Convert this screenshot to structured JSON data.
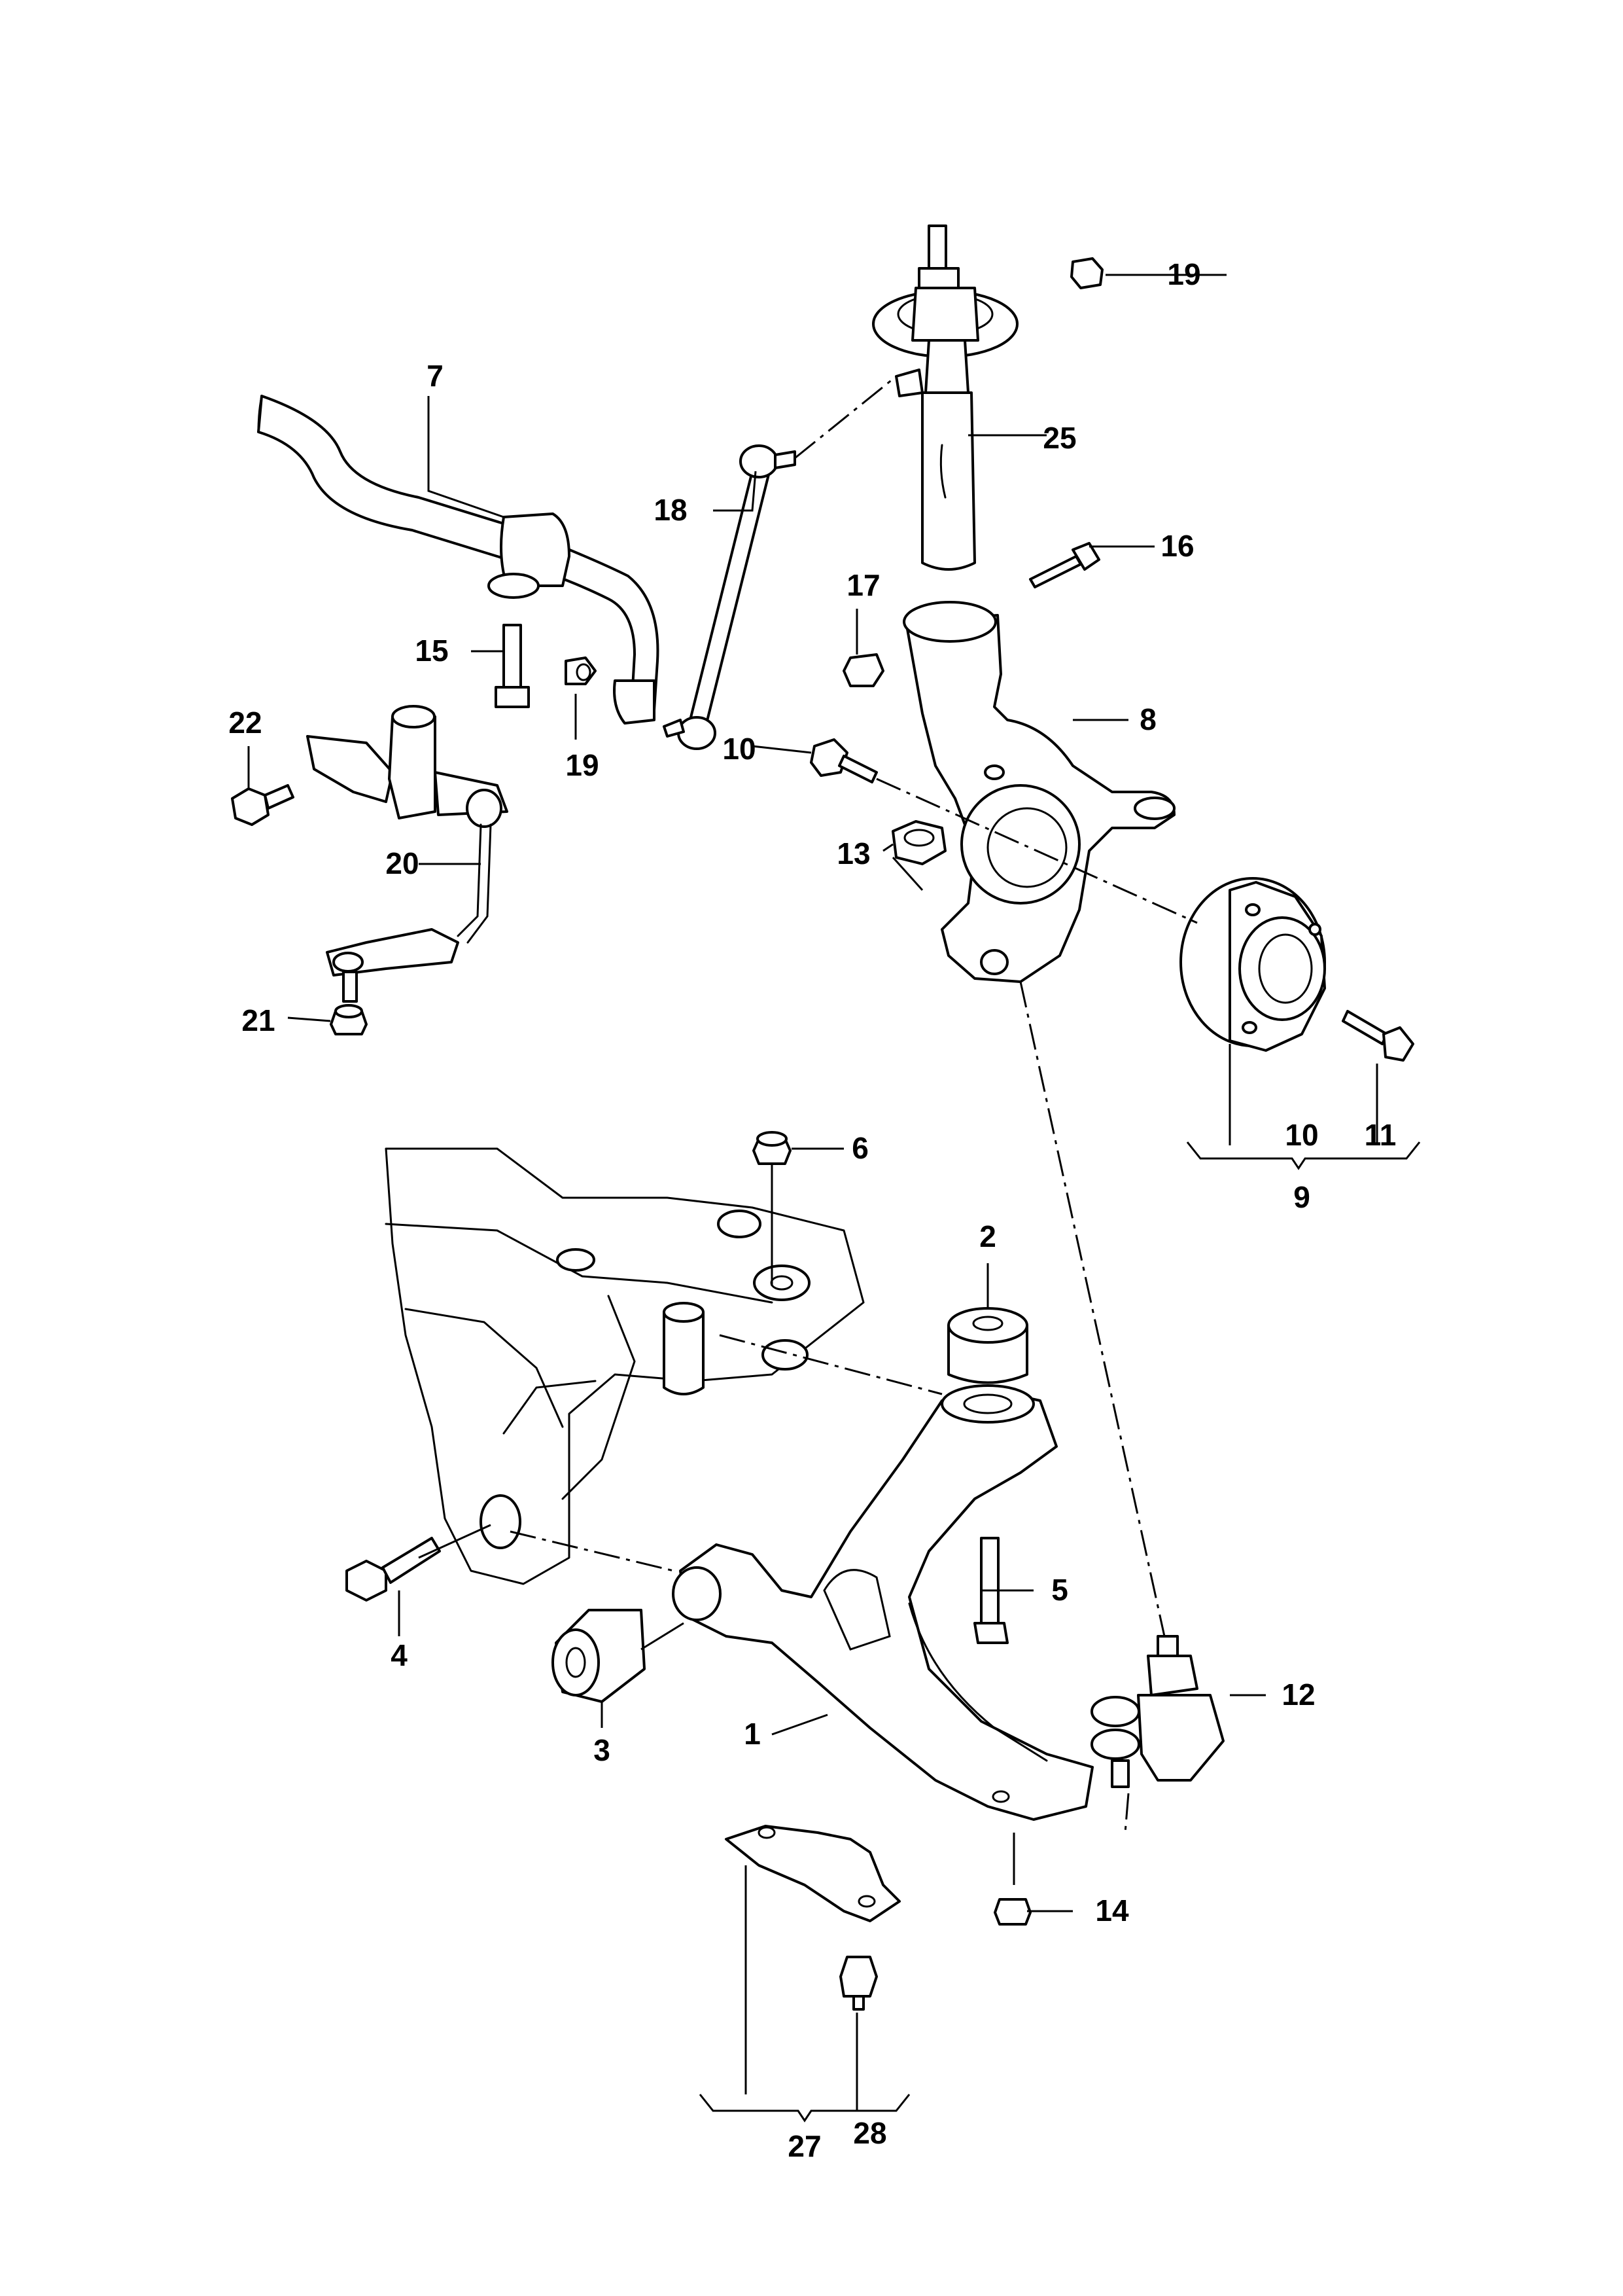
{
  "diagram": {
    "type": "exploded-parts-view",
    "line_color": "#000000",
    "background": "#ffffff",
    "callouts": [
      {
        "id": "c1",
        "label": "1"
      },
      {
        "id": "c2",
        "label": "2"
      },
      {
        "id": "c3",
        "label": "3"
      },
      {
        "id": "c4",
        "label": "4"
      },
      {
        "id": "c5",
        "label": "5"
      },
      {
        "id": "c6",
        "label": "6"
      },
      {
        "id": "c7",
        "label": "7"
      },
      {
        "id": "c8",
        "label": "8"
      },
      {
        "id": "c9",
        "label": "9"
      },
      {
        "id": "c10a",
        "label": "10"
      },
      {
        "id": "c10b",
        "label": "10"
      },
      {
        "id": "c11",
        "label": "11"
      },
      {
        "id": "c12",
        "label": "12"
      },
      {
        "id": "c13",
        "label": "13"
      },
      {
        "id": "c14",
        "label": "14"
      },
      {
        "id": "c15",
        "label": "15"
      },
      {
        "id": "c16",
        "label": "16"
      },
      {
        "id": "c17",
        "label": "17"
      },
      {
        "id": "c18",
        "label": "18"
      },
      {
        "id": "c19a",
        "label": "19"
      },
      {
        "id": "c19b",
        "label": "19"
      },
      {
        "id": "c20",
        "label": "20"
      },
      {
        "id": "c21",
        "label": "21"
      },
      {
        "id": "c22",
        "label": "22"
      },
      {
        "id": "c25",
        "label": "25"
      },
      {
        "id": "c27",
        "label": "27"
      },
      {
        "id": "c28",
        "label": "28"
      }
    ]
  }
}
